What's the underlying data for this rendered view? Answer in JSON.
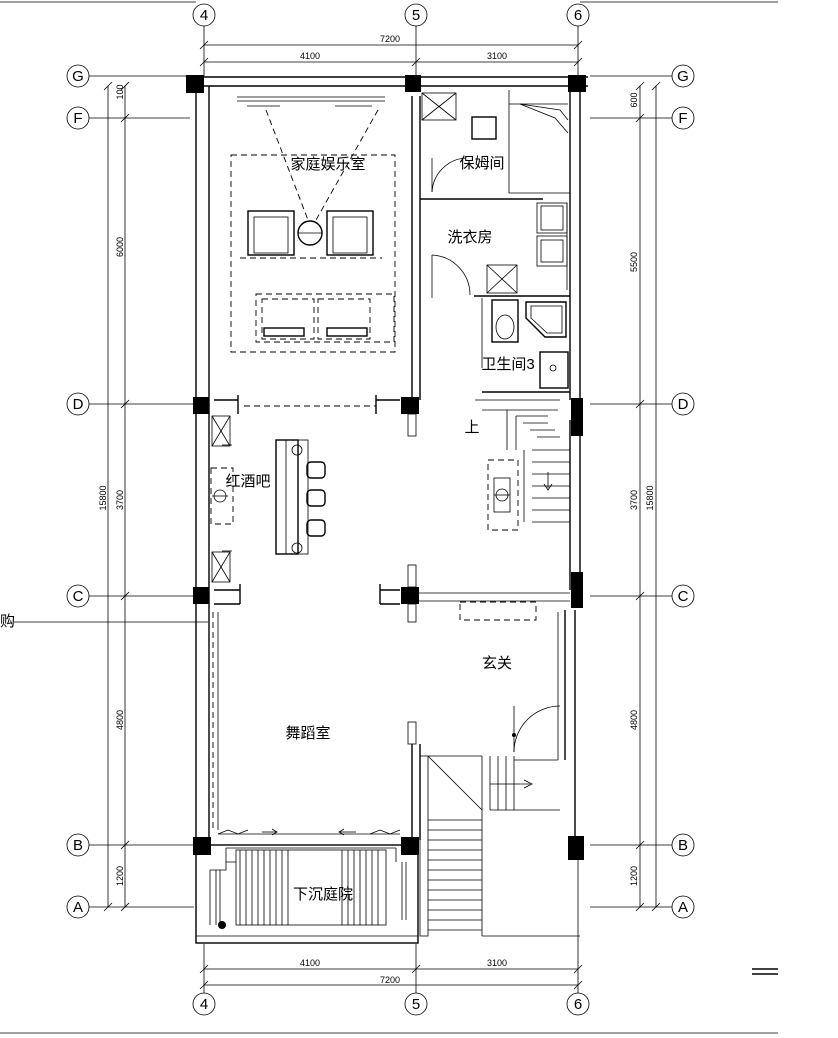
{
  "axes_horizontal": [
    "4",
    "5",
    "6"
  ],
  "axes_vertical": [
    "G",
    "F",
    "D",
    "C",
    "B",
    "A"
  ],
  "dimensions": {
    "top_total": "7200",
    "top_left": "4100",
    "top_right": "3100",
    "bottom_total": "7200",
    "bottom_left": "4100",
    "bottom_right": "3100",
    "left_total": "15800",
    "left_gf": "100",
    "left_fd": "6000",
    "left_dc": "3700",
    "left_cb": "4800",
    "left_ba": "1200",
    "right_total": "15800",
    "right_gf": "600",
    "right_fd": "5500",
    "right_dc": "3700",
    "right_cb": "4800",
    "right_ba": "1200"
  },
  "rooms": {
    "entertainment": "家庭娱乐室",
    "nanny": "保姆间",
    "laundry": "洗衣房",
    "bathroom": "卫生间3",
    "winebar": "红酒吧",
    "foyer": "玄关",
    "dance": "舞蹈室",
    "courtyard": "下沉庭院"
  },
  "labels": {
    "stair_up": "上",
    "left_cut": "购"
  }
}
